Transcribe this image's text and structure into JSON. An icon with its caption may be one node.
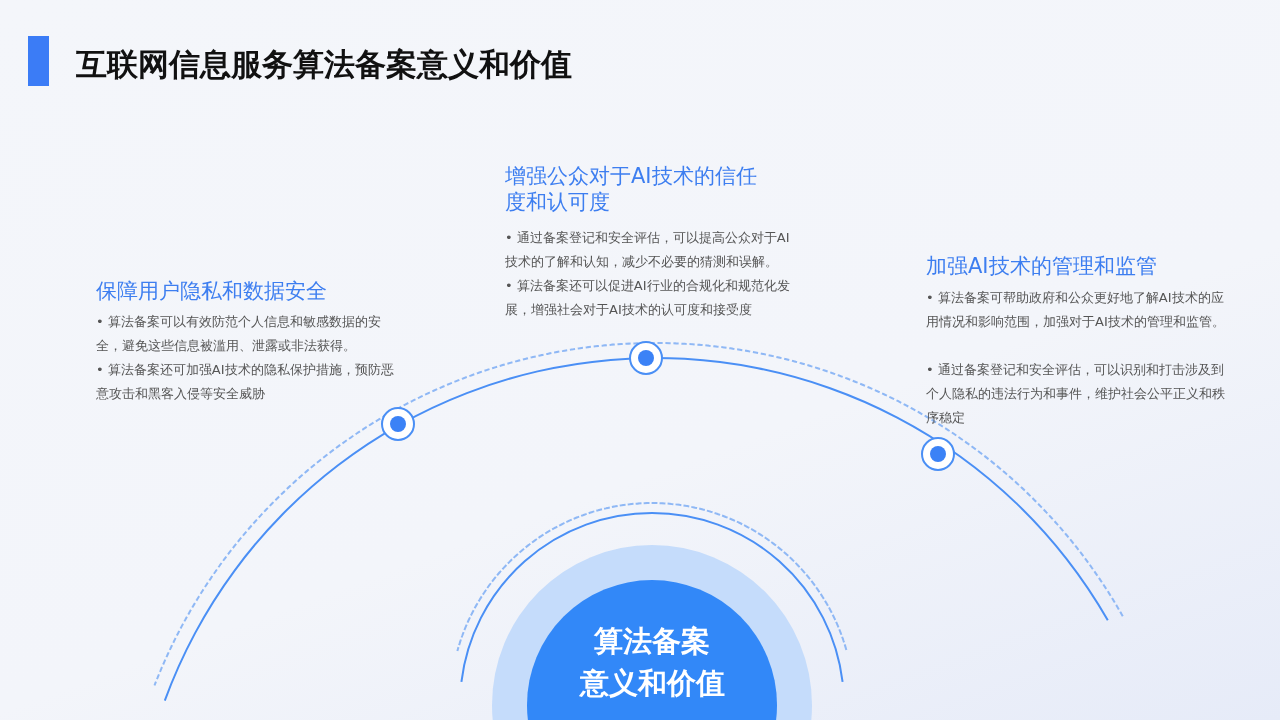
{
  "diagram": {
    "title": "互联网信息服务算法备案意义和价值",
    "nodes": [
      {
        "text": [
          "算法备案意义和价值"
        ]
      }
    ],
    "labels": [
      "增强公众对于AI技术的信任度和认可度",
      "• 通过备案登记和安全评估，可以提高公众对于AI技术的了解和认知，减少不必要的猜测和误解。",
      "• 算法备案还可以促进AI行业的合规化和规范化发展，增强社会对于AI技术的认可度和接受度",
      "保障用户隐私和数据安全",
      "• 算法备案可以有效防范个人信息和敏感数据的安全，避免这些信息被滥用、泄露或非法获得。",
      "• 算法备案还可加强AI技术的隐私保护措施，预防恶意攻击和黑客入侵等安全威胁",
      "加强AI技术的管理和监管",
      "• 算法备案可帮助政府和公众更好地了解AI技术的应用情况和影响范围，加强对于AI技术的管理和监管。",
      "• 通过备案登记和安全评估，可以识别和打击涉及到个人隐私的违法行为和事件，维护社会公平正义和秩序稳定"
    ]
  }
}
